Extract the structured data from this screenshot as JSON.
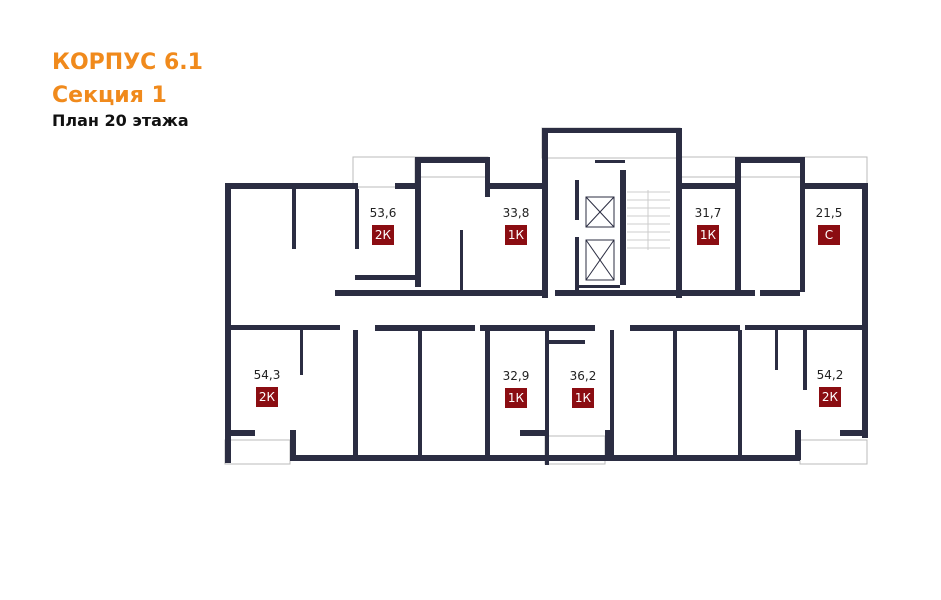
{
  "header": {
    "building": "КОРПУС 6.1",
    "section": "Секция 1",
    "floor_plan": "План 20 этажа"
  },
  "colors": {
    "title": "#f08a1c",
    "wall": "#2b2d42",
    "badge": "#8b0d12"
  },
  "apartments": [
    {
      "area": "53,6",
      "type": "2К"
    },
    {
      "area": "33,8",
      "type": "1К"
    },
    {
      "area": "31,7",
      "type": "1К"
    },
    {
      "area": "21,5",
      "type": "С"
    },
    {
      "area": "54,3",
      "type": "2К"
    },
    {
      "area": "32,9",
      "type": "1К"
    },
    {
      "area": "36,2",
      "type": "1К"
    },
    {
      "area": "54,2",
      "type": "2К"
    }
  ]
}
